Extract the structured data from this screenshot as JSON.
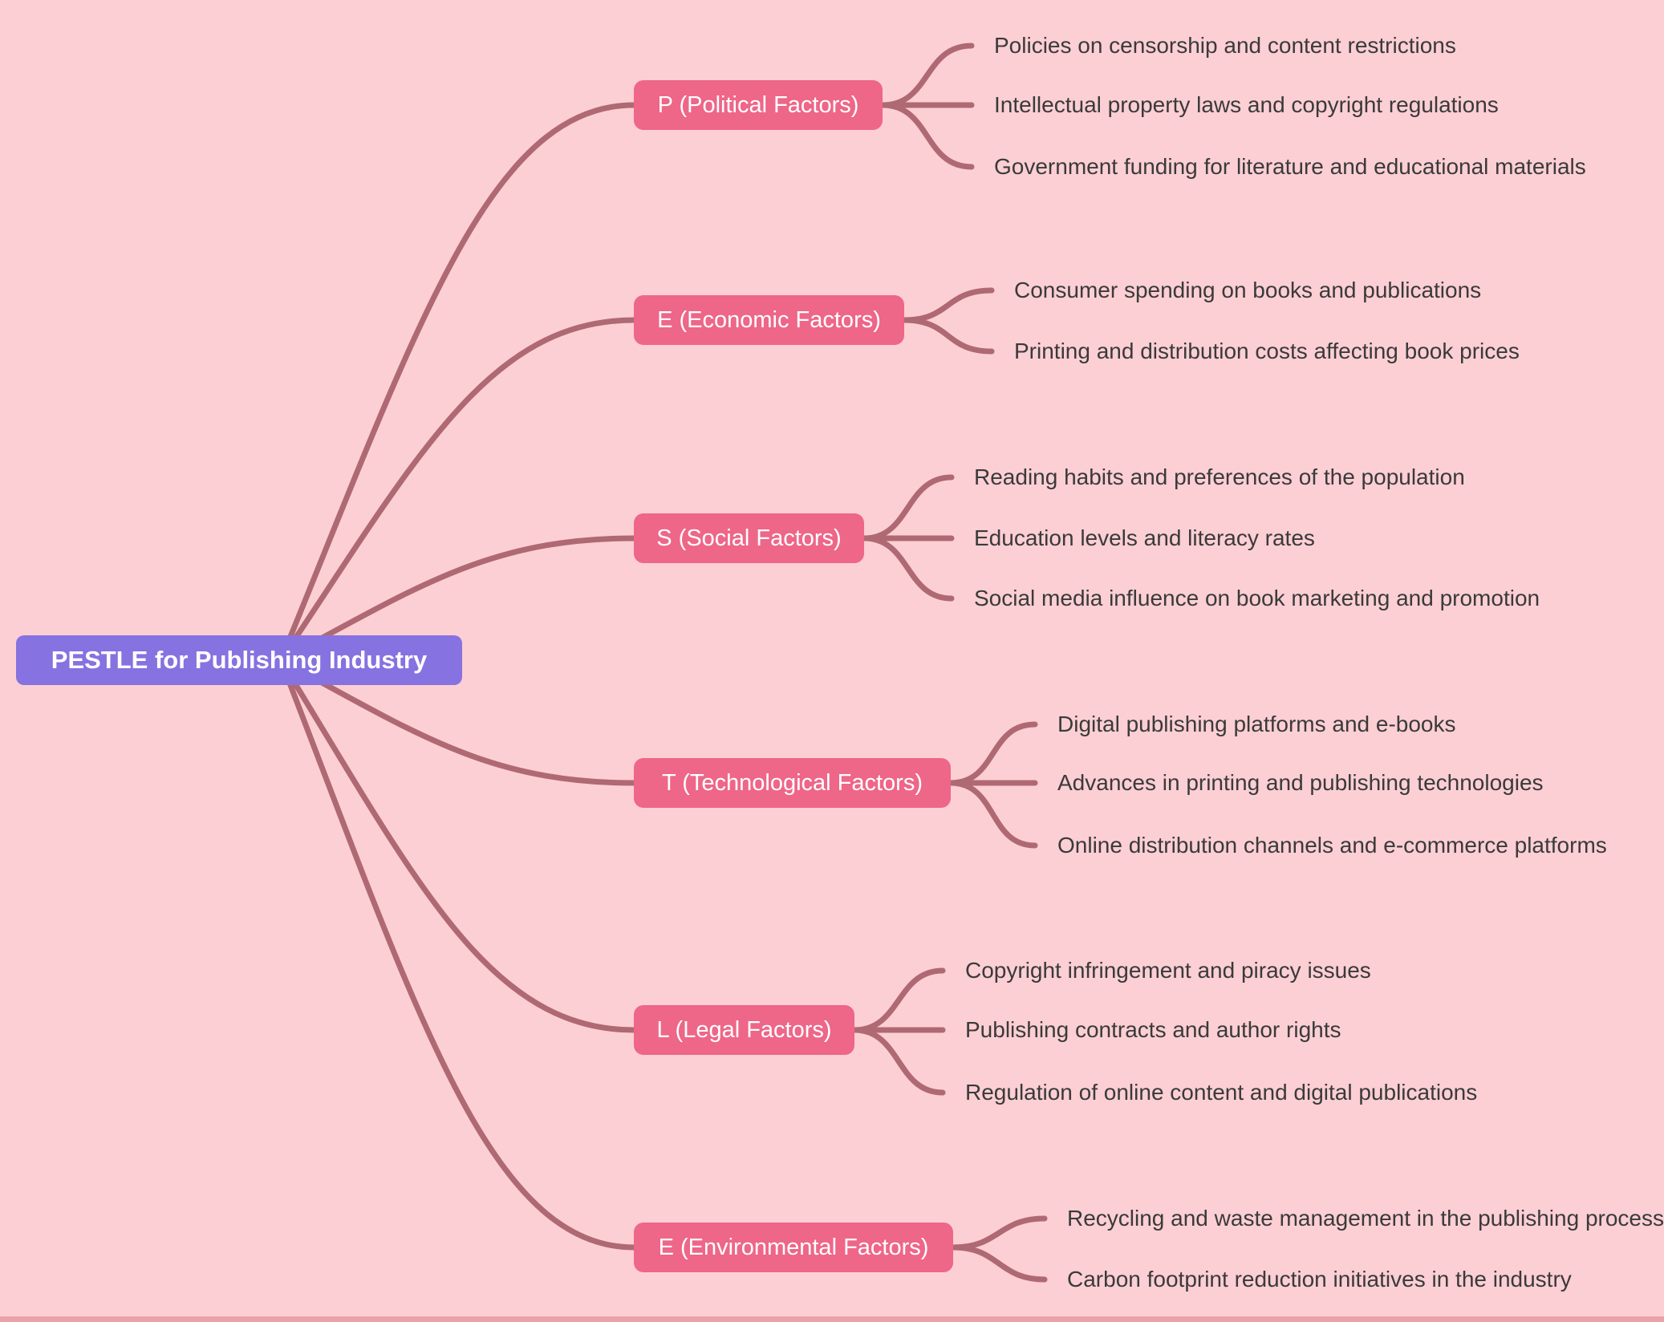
{
  "canvas": {
    "background_color": "#FCCFD4",
    "edge_strip_color": "#E9A2A8",
    "connector_color": "#AF6973",
    "leaf_text_color": "#3A3A3A"
  },
  "root": {
    "label": "PESTLE for Publishing Industry",
    "color": "#8672E0",
    "text_color": "#FFFFFF"
  },
  "branches": [
    {
      "label": "P (Political Factors)",
      "color": "#EE6688",
      "children": [
        "Policies on censorship and content restrictions",
        "Intellectual property laws and copyright regulations",
        "Government funding for literature and educational materials"
      ]
    },
    {
      "label": "E (Economic Factors)",
      "color": "#EE6688",
      "children": [
        "Consumer spending on books and publications",
        "Printing and distribution costs affecting book prices"
      ]
    },
    {
      "label": "S (Social Factors)",
      "color": "#EE6688",
      "children": [
        "Reading habits and preferences of the population",
        "Education levels and literacy rates",
        "Social media influence on book marketing and promotion"
      ]
    },
    {
      "label": "T (Technological Factors)",
      "color": "#EE6688",
      "children": [
        "Digital publishing platforms and e-books",
        "Advances in printing and publishing technologies",
        "Online distribution channels and e-commerce platforms"
      ]
    },
    {
      "label": "L (Legal Factors)",
      "color": "#EE6688",
      "children": [
        "Copyright infringement and piracy issues",
        "Publishing contracts and author rights",
        "Regulation of online content and digital publications"
      ]
    },
    {
      "label": "E (Environmental Factors)",
      "color": "#EE6688",
      "children": [
        "Recycling and waste management in the publishing process",
        "Carbon footprint reduction initiatives in the industry"
      ]
    }
  ]
}
